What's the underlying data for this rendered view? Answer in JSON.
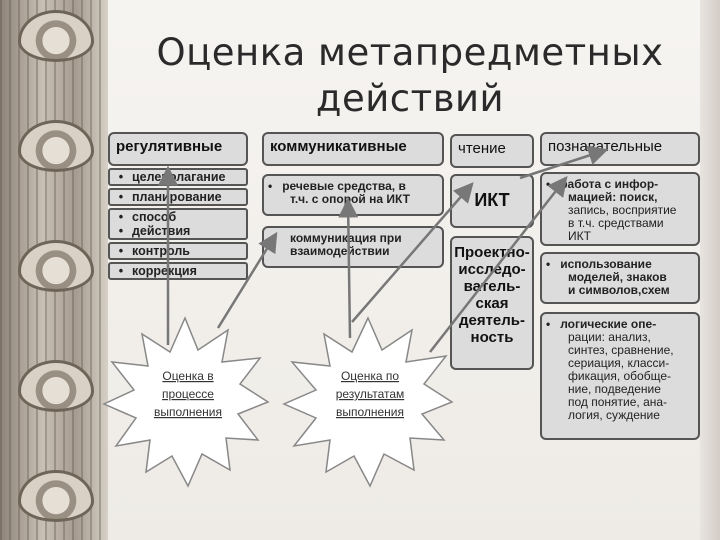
{
  "title_line1": "Оценка метапредметных",
  "title_line2": "действий",
  "regulative": {
    "header": "регулятивные",
    "items": [
      "целеполагание",
      "планирование",
      "способ",
      "действия",
      "контроль",
      "коррекция"
    ]
  },
  "communicative": {
    "header": "коммуникативные",
    "item1_line1": "речевые средства, в",
    "item1_line2": "т.ч. с опорой на ИКТ",
    "item2_line1": "коммуникация при",
    "item2_line2": "взаимодействии"
  },
  "reading": {
    "header": "чтение"
  },
  "ict": {
    "label": "ИКТ"
  },
  "project": {
    "lines": [
      "Проектно-",
      "исследо-",
      "ватель-",
      "ская",
      "деятель-",
      "ность"
    ]
  },
  "cognitive": {
    "header": "познавательные",
    "box1_lines": [
      "работа с инфор-",
      "мацией: поиск,",
      "запись, восприятие",
      "в т.ч. средствами",
      "ИКТ"
    ],
    "box2_lines": [
      "использование",
      "моделей, знаков",
      "и символов,схем"
    ],
    "box3_lines": [
      "логические опе-",
      "рации: анализ,",
      "синтез, сравнение,",
      "сериация, класси-",
      "фикация, обобще-",
      "ние, подведение",
      "под понятие, ана-",
      "логия, суждение"
    ]
  },
  "star_process": {
    "lines": [
      "Оценка в",
      "процессе",
      "выполнения"
    ]
  },
  "star_result": {
    "lines": [
      "Оценка по",
      "результатам",
      "выполнения"
    ]
  },
  "bullet_symbol": "•"
}
